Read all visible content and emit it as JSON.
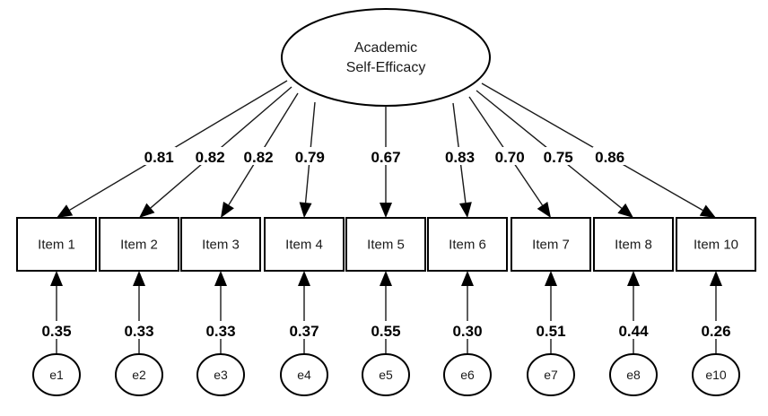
{
  "factor": {
    "line1": "Academic",
    "line2": "Self-Efficacy"
  },
  "items": [
    {
      "label": "Item 1",
      "loading": "0.81",
      "error_variance": "0.35",
      "error": "e1"
    },
    {
      "label": "Item 2",
      "loading": "0.82",
      "error_variance": "0.33",
      "error": "e2"
    },
    {
      "label": "Item 3",
      "loading": "0.82",
      "error_variance": "0.33",
      "error": "e3"
    },
    {
      "label": "Item 4",
      "loading": "0.79",
      "error_variance": "0.37",
      "error": "e4"
    },
    {
      "label": "Item 5",
      "loading": "0.67",
      "error_variance": "0.55",
      "error": "e5"
    },
    {
      "label": "Item 6",
      "loading": "0.83",
      "error_variance": "0.30",
      "error": "e6"
    },
    {
      "label": "Item 7",
      "loading": "0.70",
      "error_variance": "0.51",
      "error": "e7"
    },
    {
      "label": "Item 8",
      "loading": "0.75",
      "error_variance": "0.44",
      "error": "e8"
    },
    {
      "label": "Item 10",
      "loading": "0.86",
      "error_variance": "0.26",
      "error": "e10"
    }
  ]
}
